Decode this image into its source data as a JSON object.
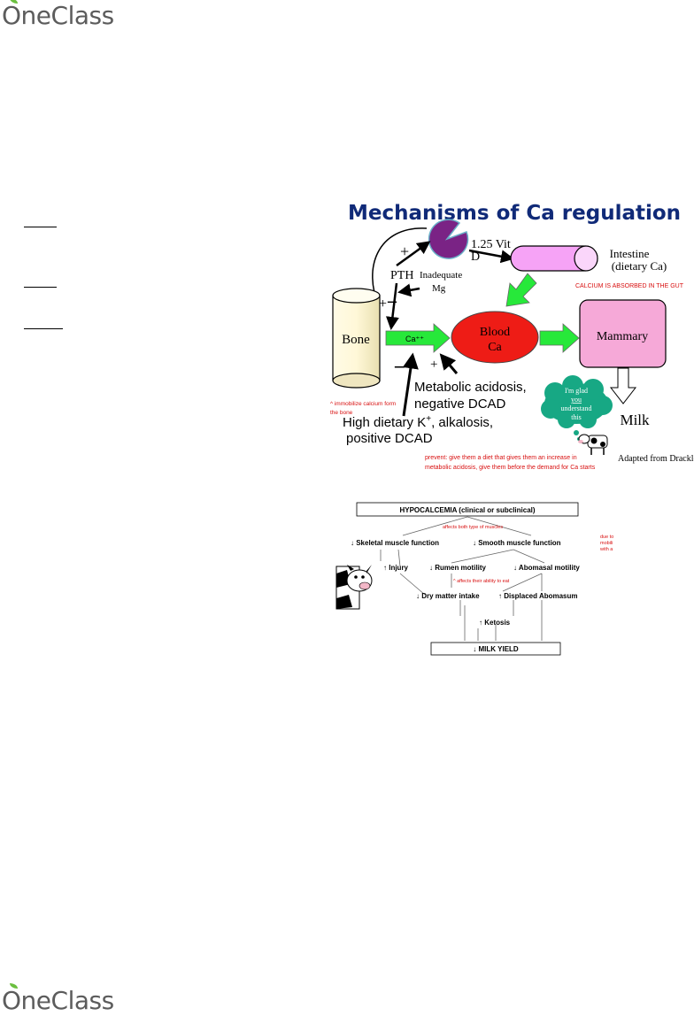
{
  "header": {
    "logo_text": "OneClass"
  },
  "footer": {
    "logo_text": "OneClass"
  },
  "figure1": {
    "title": "Mechanisms of Ca regulation",
    "vit_label_line1": "1.25 Vit",
    "vit_label_line2": "D",
    "plus_top": "+",
    "pth_label": "PTH",
    "mg_line1": "Inadequate",
    "mg_line2": "Mg",
    "minus_mg": "–",
    "bone_plus": "+",
    "intestine_line1": "Intestine",
    "intestine_line2": "(dietary Ca)",
    "intestine_note": "CALCIUM IS ABSORBED IN THE GUT",
    "bone_label": "Bone",
    "ca_arrow_label": "Ca⁺⁺",
    "blood_line1": "Blood",
    "blood_line2": "Ca",
    "mammary_label": "Mammary",
    "minus_label": "–",
    "plus_label": "+",
    "acidosis_line1": "Metabolic acidosis,",
    "acidosis_line2": "negative DCAD",
    "dietary_k_pre": "High dietary K",
    "dietary_k_sup": "+",
    "dietary_k_post": ", alkalosis,",
    "dietary_k_line2": "positive DCAD",
    "bone_note_line1": "^ immobilize calcium form",
    "bone_note_line2": "the bone",
    "bubble_line1": "I'm glad",
    "bubble_line2": "you",
    "bubble_line3": "understand",
    "bubble_line4": "this",
    "milk_label": "Milk",
    "prevent_line1": "prevent: give them a diet that gives them an increase in",
    "prevent_line2": "metabolic acidosis, give them before the demand for Ca starts",
    "credit": "Adapted from Drackley"
  },
  "figure2": {
    "header": "HYPOCALCEMIA (clinical or subclinical)",
    "note_muscles": "affects both type of muscles",
    "skeletal": "↓ Skeletal muscle function",
    "smooth": "↓ Smooth muscle function",
    "side_note_line1": "due to",
    "side_note_line2": "mobili",
    "side_note_line3": "with a",
    "injury": "↑  Injury",
    "rumen": "↓ Rumen motility",
    "abomasal": "↓ Abomasal motility",
    "note_eat": "^ affects their ability to eat",
    "dmi": "↓ Dry matter intake",
    "displaced": "↑  Displaced Abomasum",
    "ketosis": "↑  Ketosis",
    "milk_yield": "↓  MILK YIELD"
  },
  "colors": {
    "red_note": "#d81010",
    "green_arrow": "#27e83a",
    "blood": "#ee1c16",
    "mammary": "#f6a9d8",
    "intestine": "#f6a3f6",
    "gland": "#7a2385",
    "bubble": "#17a884",
    "title_blue": "#102a78"
  }
}
